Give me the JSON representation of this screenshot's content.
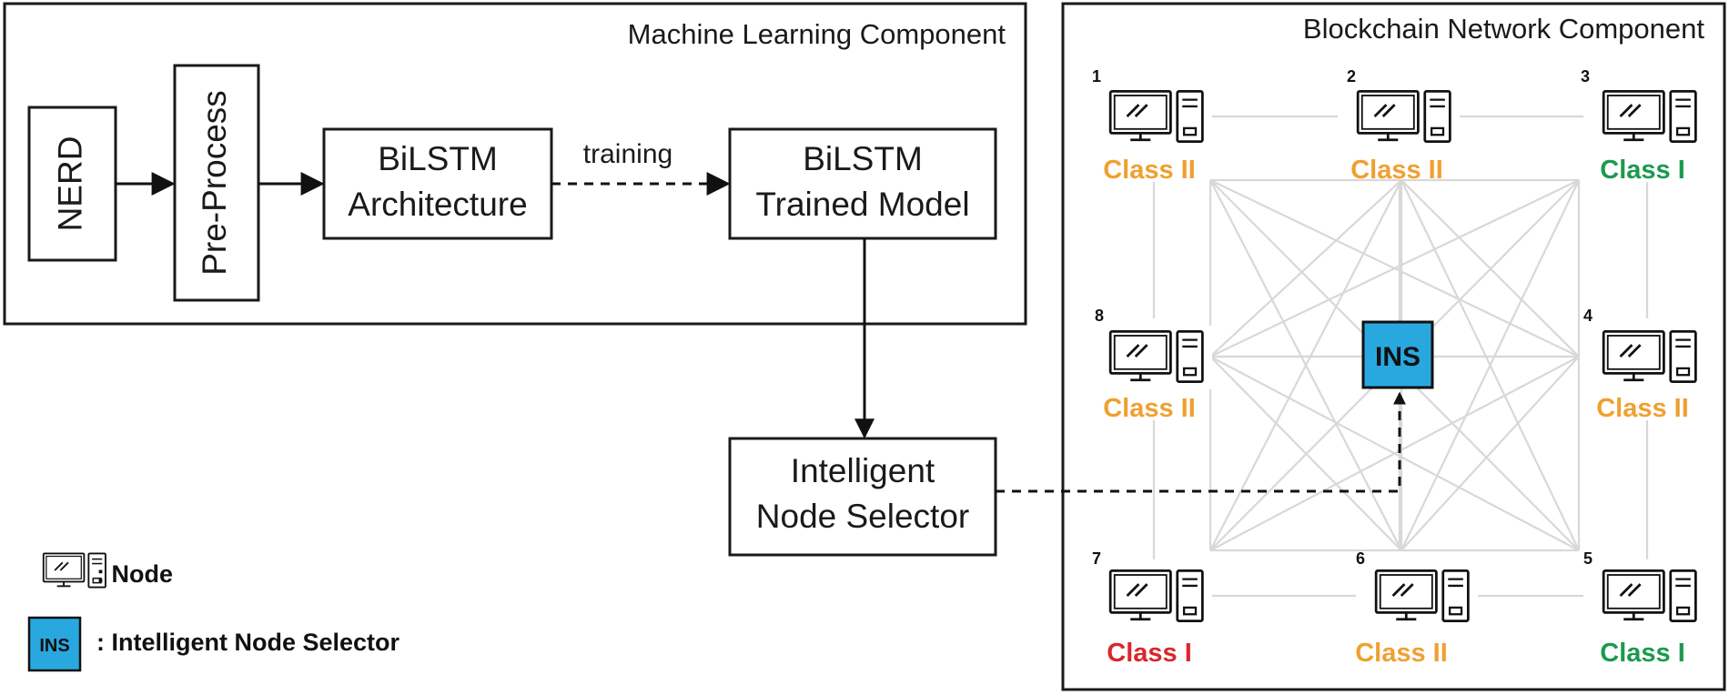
{
  "ml_panel": {
    "title": "Machine Learning Component"
  },
  "bc_panel": {
    "title": "Blockchain Network Component"
  },
  "boxes": {
    "nerd": "NERD",
    "preprocess": "Pre-Process",
    "bilstm_arch": [
      "BiLSTM",
      "Architecture"
    ],
    "bilstm_trained": [
      "BiLSTM",
      "Trained Model"
    ],
    "ins_selector": [
      "Intelligent",
      "Node Selector"
    ]
  },
  "edge_labels": {
    "training": "training"
  },
  "ins": {
    "label": "INS",
    "color": "#29a8e0"
  },
  "class_colors": {
    "Class I": "#1a9a4e",
    "Class II": "#f0a030"
  },
  "class_i_red": "#d9262c",
  "nodes": [
    {
      "number": "1",
      "class": "Class II",
      "color": "#f0a030"
    },
    {
      "number": "2",
      "class": "Class II",
      "color": "#f0a030"
    },
    {
      "number": "3",
      "class": "Class I",
      "color": "#1a9a4e"
    },
    {
      "number": "4",
      "class": "Class II",
      "color": "#f0a030"
    },
    {
      "number": "5",
      "class": "Class I",
      "color": "#1a9a4e"
    },
    {
      "number": "6",
      "class": "Class II",
      "color": "#f0a030"
    },
    {
      "number": "7",
      "class": "Class I",
      "color": "#d9262c"
    },
    {
      "number": "8",
      "class": "Class II",
      "color": "#f0a030"
    }
  ],
  "legend": {
    "node": ": Node",
    "ins": ": Intelligent Node Selector",
    "ins_icon_label": "INS"
  }
}
